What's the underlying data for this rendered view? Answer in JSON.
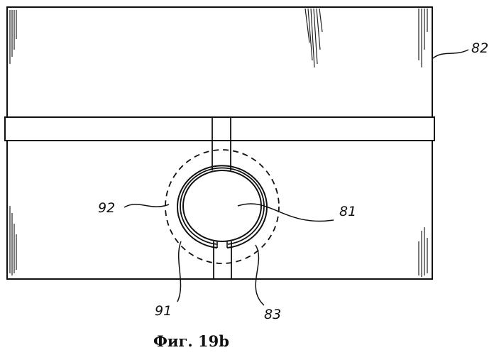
{
  "labels": {
    "l82": "82",
    "l92": "92",
    "l81": "81",
    "l91": "91",
    "l83": "83"
  },
  "caption": "Фиг. 19b"
}
